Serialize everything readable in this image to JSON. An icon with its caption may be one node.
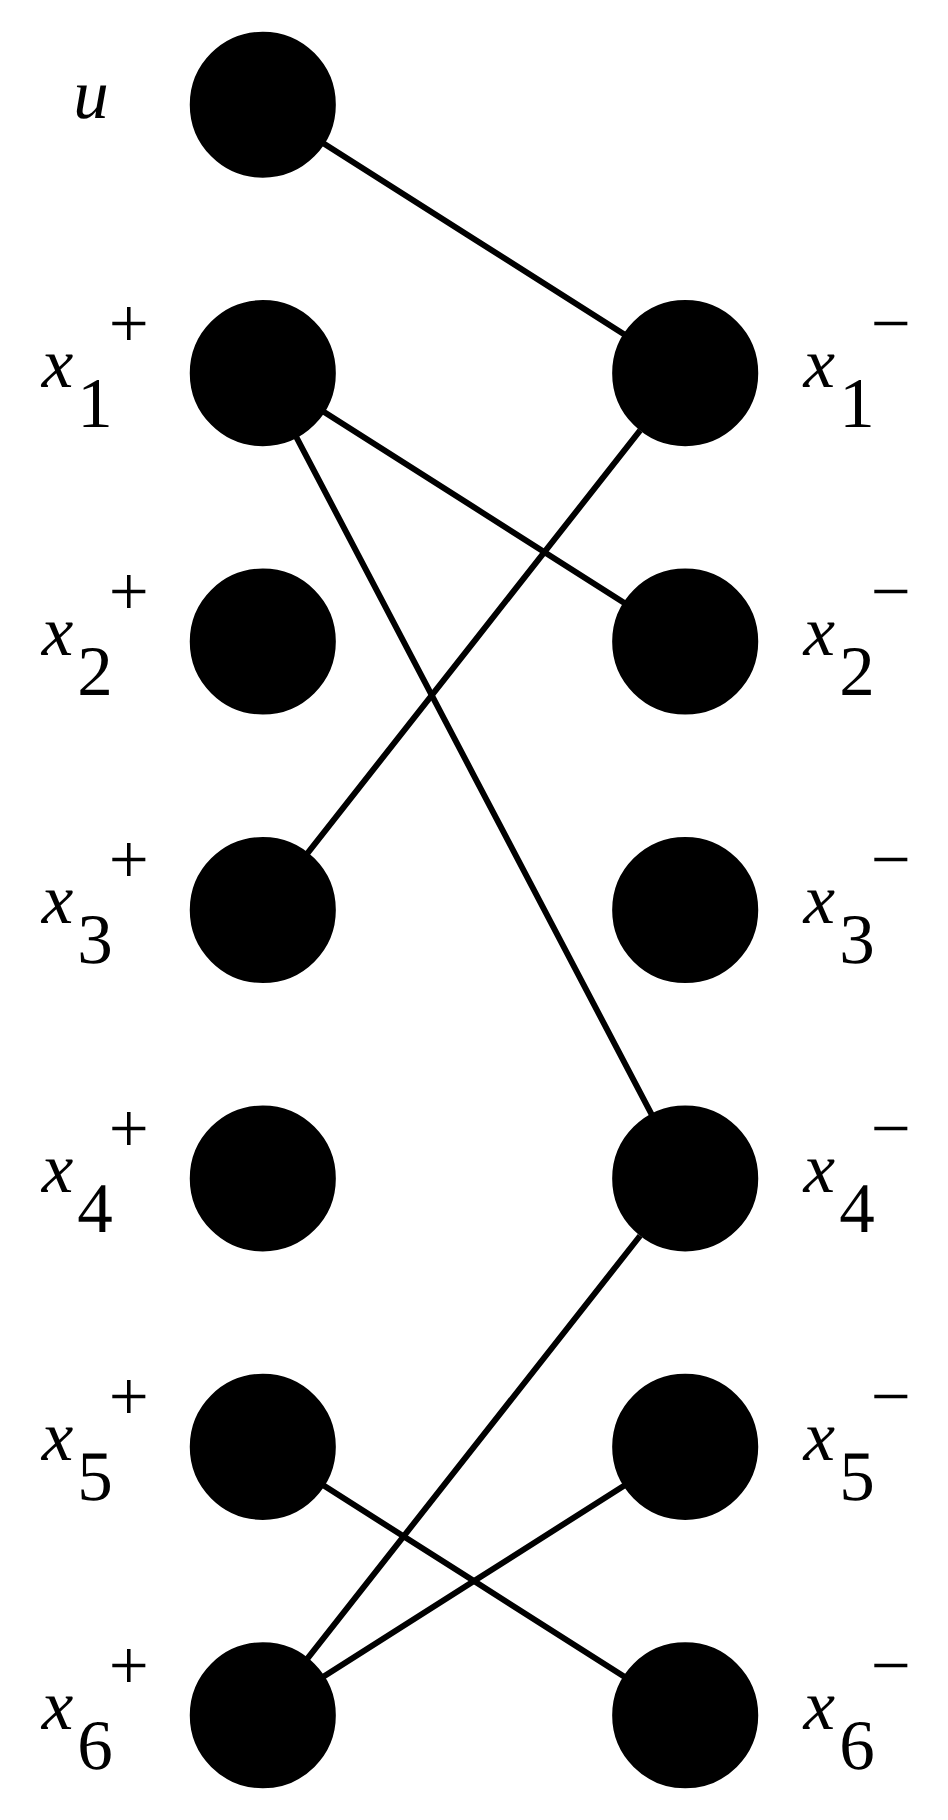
{
  "diagram": {
    "nodes": [
      {
        "text": [],
        "shape": "circle",
        "beside": [
          "*u*"
        ]
      },
      {
        "text": [],
        "shape": "circle",
        "beside": [
          "*x*$_{1}$$^{+}$"
        ]
      },
      {
        "text": [],
        "shape": "circle",
        "beside": [
          "*x*$_{2}$$^{+}$"
        ]
      },
      {
        "text": [],
        "shape": "circle",
        "beside": [
          "*x*$_{3}$$^{+}$"
        ]
      },
      {
        "text": [],
        "shape": "circle",
        "beside": [
          "*x*$_{4}$$^{+}$"
        ]
      },
      {
        "text": [],
        "shape": "circle",
        "beside": [
          "*x*$_{5}$$^{+}$"
        ]
      },
      {
        "text": [],
        "shape": "circle",
        "beside": [
          "*x*$_{6}$$^{+}$"
        ]
      },
      {
        "text": [],
        "shape": "circle",
        "beside": [
          "*x*$_{1}$$^{−}$"
        ]
      },
      {
        "text": [],
        "shape": "circle",
        "beside": [
          "*x*$_{2}$$^{−}$"
        ]
      },
      {
        "text": [],
        "shape": "circle",
        "beside": [
          "*x*$_{3}$$^{−}$"
        ]
      },
      {
        "text": [],
        "shape": "circle",
        "beside": [
          "*x*$_{4}$$^{−}$"
        ]
      },
      {
        "text": [],
        "shape": "circle",
        "beside": [
          "*x*$_{5}$$^{−}$"
        ]
      },
      {
        "text": [],
        "shape": "circle",
        "beside": [
          "*x*$_{6}$$^{−}$"
        ]
      }
    ],
    "edges": [
      {
        "from": 0,
        "to": 7,
        "arrow": "none"
      },
      {
        "from": 1,
        "to": 8,
        "arrow": "none"
      },
      {
        "from": 1,
        "to": 10,
        "arrow": "none"
      },
      {
        "from": 3,
        "to": 7,
        "arrow": "none"
      },
      {
        "from": 6,
        "to": 10,
        "arrow": "none"
      },
      {
        "from": 6,
        "to": 11,
        "arrow": "none"
      },
      {
        "from": 5,
        "to": 12,
        "arrow": "none"
      }
    ]
  }
}
